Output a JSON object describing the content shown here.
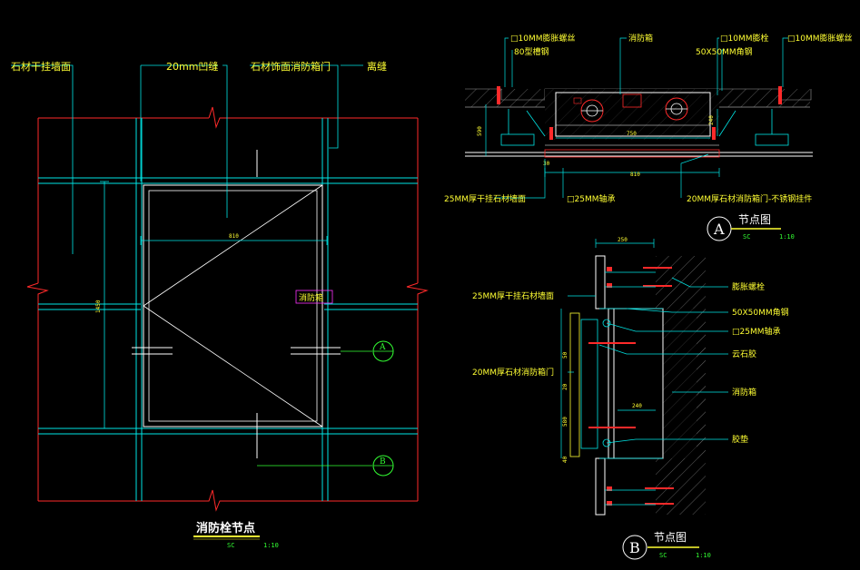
{
  "colors": {
    "background": "#000000",
    "text": "#ffff33",
    "cyan": "#00e5e5",
    "green": "#33ff33",
    "red": "#ff2a2a",
    "white": "#ffffff",
    "magenta": "#ff33ff",
    "grey": "#9a9a9a"
  },
  "elevation": {
    "labels": [
      "石材干挂墙面",
      "20mm凹缝",
      "石材饰面消防箱门",
      "离缝"
    ],
    "dim_width": "810",
    "dim_height": "1450",
    "box_label": "消防箱",
    "marker_a": "A",
    "marker_b": "B",
    "title": "消防栓节点",
    "scale_sc": "SC",
    "scale_ratio": "1:10"
  },
  "plan_a": {
    "top_labels": [
      "□10MM膨胀螺丝",
      "消防箱",
      "□10MM膨栓",
      "□10MM膨胀螺丝"
    ],
    "sub_labels": [
      "80型槽钢",
      "50X50MM角钢"
    ],
    "dims": [
      "590",
      "750",
      "810",
      "30",
      "240"
    ],
    "bottom_labels": [
      "25MM厚干挂石材墙面",
      "□25MM轴承",
      "20MM厚石材消防箱门-不锈钢挂件"
    ],
    "marker": "A",
    "title": "节点图",
    "scale_sc": "SC",
    "scale_ratio": "1:10"
  },
  "section_b": {
    "top_dim": "250",
    "left_labels": [
      "25MM厚干挂石材墙面",
      "20MM厚石材消防箱门"
    ],
    "right_labels": [
      "膨胀螺栓",
      "50X50MM角钢",
      "□25MM轴承",
      "云石胶",
      "消防箱",
      "胶垫"
    ],
    "side_dims": [
      "50",
      "20",
      "580",
      "40"
    ],
    "inner_dim": "240",
    "marker": "B",
    "title": "节点图",
    "scale_sc": "SC",
    "scale_ratio": "1:10"
  }
}
